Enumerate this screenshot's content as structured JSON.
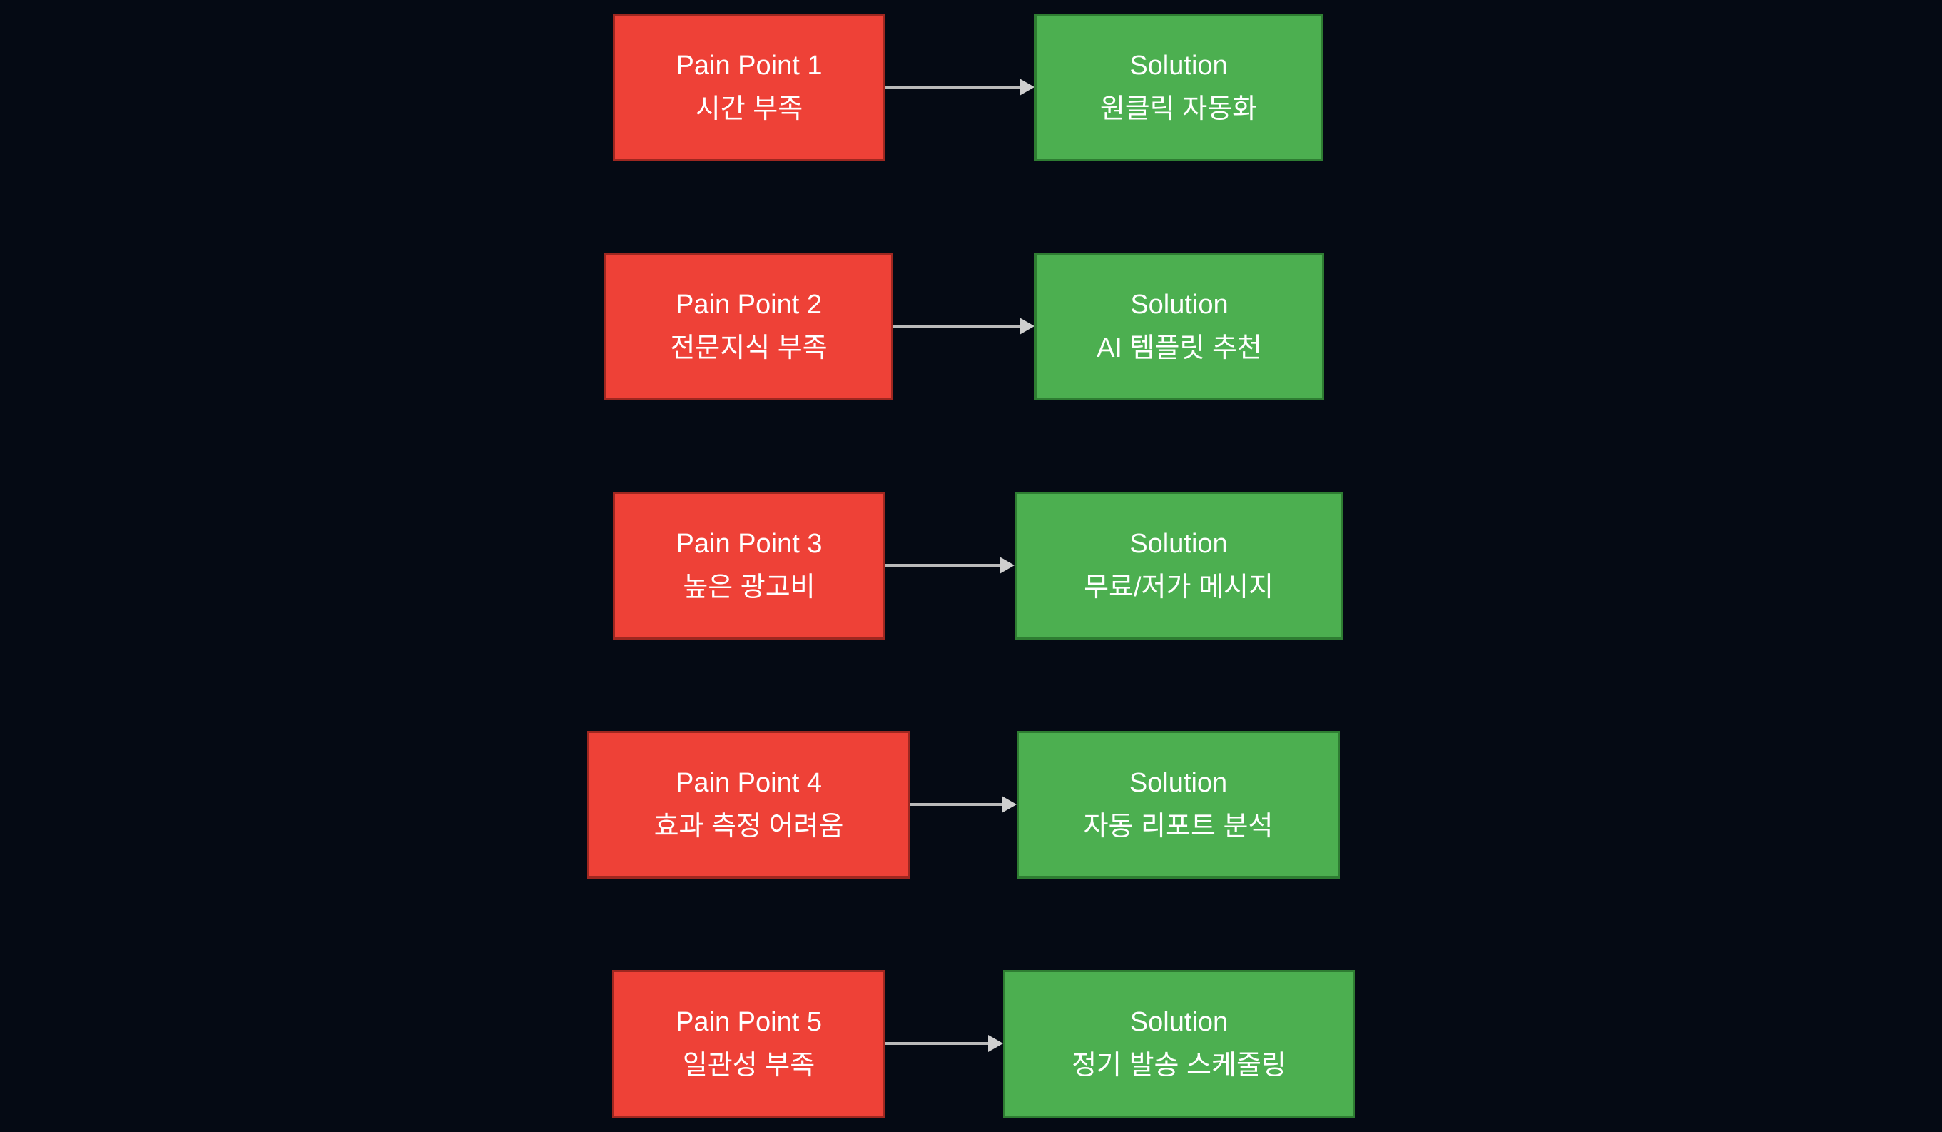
{
  "diagram": {
    "background_color": "#050a14",
    "colors": {
      "pain_fill": "#ee4137",
      "pain_border": "#9e2720",
      "solution_fill": "#4caf50",
      "solution_border": "#2e7d32",
      "text": "#ffffff",
      "arrow_line": "#bababa",
      "arrow_head": "#cfcfcf"
    },
    "rows": [
      {
        "pain_title": "Pain Point 1",
        "pain_subtitle": "시간 부족",
        "solution_title": "Solution",
        "solution_subtitle": "원클릭 자동화"
      },
      {
        "pain_title": "Pain Point 2",
        "pain_subtitle": "전문지식 부족",
        "solution_title": "Solution",
        "solution_subtitle": "AI 템플릿 추천"
      },
      {
        "pain_title": "Pain Point 3",
        "pain_subtitle": "높은 광고비",
        "solution_title": "Solution",
        "solution_subtitle": "무료/저가 메시지"
      },
      {
        "pain_title": "Pain Point 4",
        "pain_subtitle": "효과 측정 어려움",
        "solution_title": "Solution",
        "solution_subtitle": "자동 리포트 분석"
      },
      {
        "pain_title": "Pain Point 5",
        "pain_subtitle": "일관성 부족",
        "solution_title": "Solution",
        "solution_subtitle": "정기 발송 스케줄링"
      }
    ]
  }
}
